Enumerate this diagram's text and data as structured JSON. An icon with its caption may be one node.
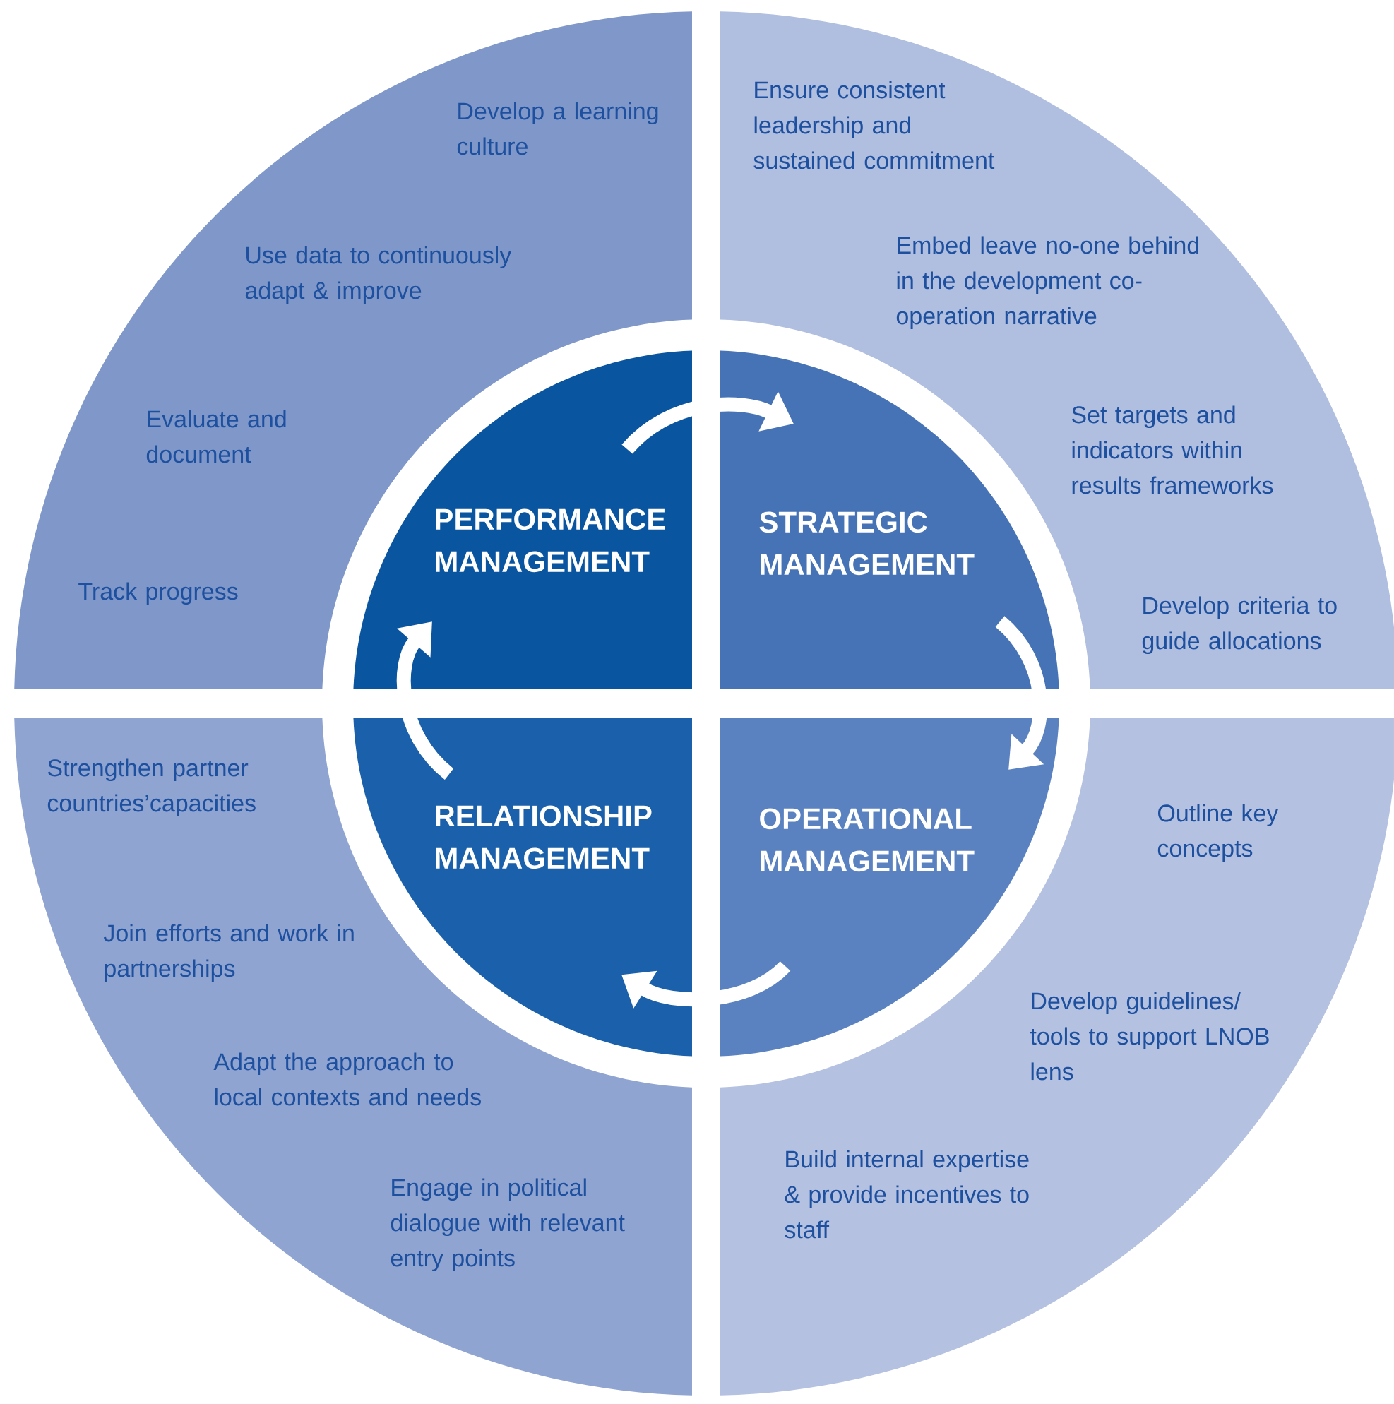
{
  "diagram": {
    "nodes": [
      {
        "text": [
          "Develop a learning culture",
          "Use data to continuously adapt & improve",
          "Evaluate and document",
          "Track progress"
        ]
      },
      {
        "text": [
          "Ensure consistent leadership and sustained commitment",
          "Embed leave no-one behind in the development co-operation narrative",
          "Set targets and indicators within results frameworks",
          "Develop criteria to guide allocations"
        ]
      },
      {
        "text": [
          "Strengthen partner countries’capacities",
          "Join efforts and work in partnerships",
          "Adapt the approach to local contexts and needs",
          "Engage in political dialogue with relevant entry points"
        ]
      },
      {
        "text": [
          "Outline key concepts",
          "Develop guidelines/ tools to support LNOB lens",
          "Build internal expertise & provide incentives to staff"
        ]
      },
      {
        "text": [
          "PERFORMANCE MANAGEMENT"
        ]
      },
      {
        "text": [
          "STRATEGIC MANAGEMENT"
        ]
      },
      {
        "text": [
          "RELATIONSHIP MANAGEMENT"
        ]
      },
      {
        "text": [
          "OPERATIONAL MANAGEMENT"
        ]
      }
    ],
    "edges": [
      {
        "from": 4,
        "to": 5,
        "arrow": "to"
      },
      {
        "from": 5,
        "to": 7,
        "arrow": "to"
      },
      {
        "from": 7,
        "to": 6,
        "arrow": "to"
      },
      {
        "from": 6,
        "to": 4,
        "arrow": "to"
      }
    ]
  }
}
